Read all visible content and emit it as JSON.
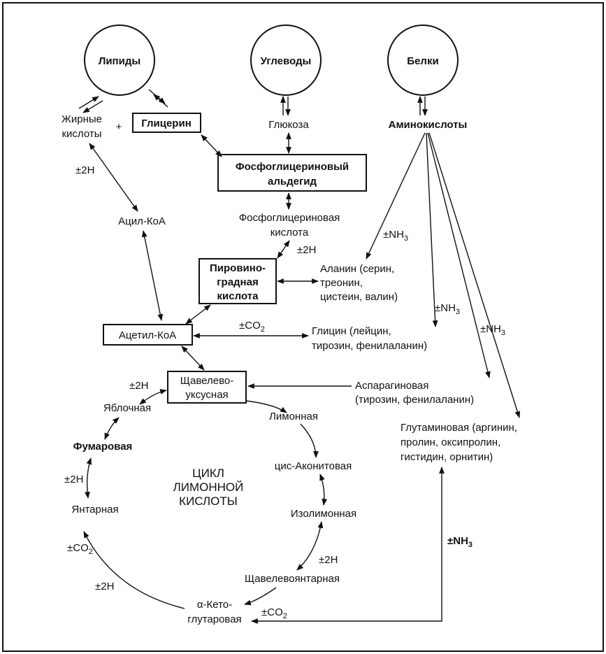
{
  "sources": {
    "lipids": "Липиды",
    "carbs": "Углеводы",
    "proteins": "Белки"
  },
  "nodes": {
    "fatty_acids_1": "Жирные",
    "fatty_acids_2": "кислоты",
    "plus": "+",
    "glycerol": "Глицерин",
    "glucose": "Глюкоза",
    "amino_acids": "Аминокислоты",
    "pga_1": "Фосфоглицериновый",
    "pga_2": "альдегид",
    "pg_acid_1": "Фосфоглицериновая",
    "pg_acid_2": "кислота",
    "acyl_coa": "Ацил-КоА",
    "pyruvate_1": "Пировино-",
    "pyruvate_2": "градная",
    "pyruvate_3": "кислота",
    "alanine_1": "Аланин (серин,",
    "alanine_2": "треонин,",
    "alanine_3": "цистеин, валин)",
    "acetyl_coa": "Ацетил-КоА",
    "glycine_1": "Глицин (лейцин,",
    "glycine_2": "тирозин, фенилаланин)",
    "oxaloacetate_1": "Щавелево-",
    "oxaloacetate_2": "уксусная",
    "aspartic_1": "Аспарагиновая",
    "aspartic_2": "(тирозин, фенилаланин)",
    "glutamic_1": "Глутаминовая (аргинин,",
    "glutamic_2": "пролин, оксипролин,",
    "glutamic_3": "гистидин, орнитин)",
    "malate": "Яблочная",
    "citrate": "Лимонная",
    "fumarate": "Фумаровая",
    "cis_aconitate": "цис-Аконитовая",
    "succinate": "Янтарная",
    "isocitrate": "Изолимонная",
    "oxalosuccinate": "Щавелевоянтарная",
    "akg_1": "α-Кето-",
    "akg_2": "глутаровая"
  },
  "cycle_title": [
    "ЦИКЛ",
    "ЛИМОННОЙ",
    "КИСЛОТЫ"
  ],
  "labels": {
    "h2_fatty": "±2H",
    "h2_pyruvate": "±2H",
    "co2_acetyl": "±CO",
    "h2_malate": "±2H",
    "h2_succinate": "±2H",
    "co2_left": "±CO",
    "h2_left_bottom": "±2H",
    "h2_right": "±2H",
    "co2_bottom": "±CO",
    "nh3_1": "±NH",
    "nh3_2": "±NH",
    "nh3_3": "±NH",
    "nh3_4": "±NH",
    "sub2": "2",
    "sub3": "3"
  }
}
